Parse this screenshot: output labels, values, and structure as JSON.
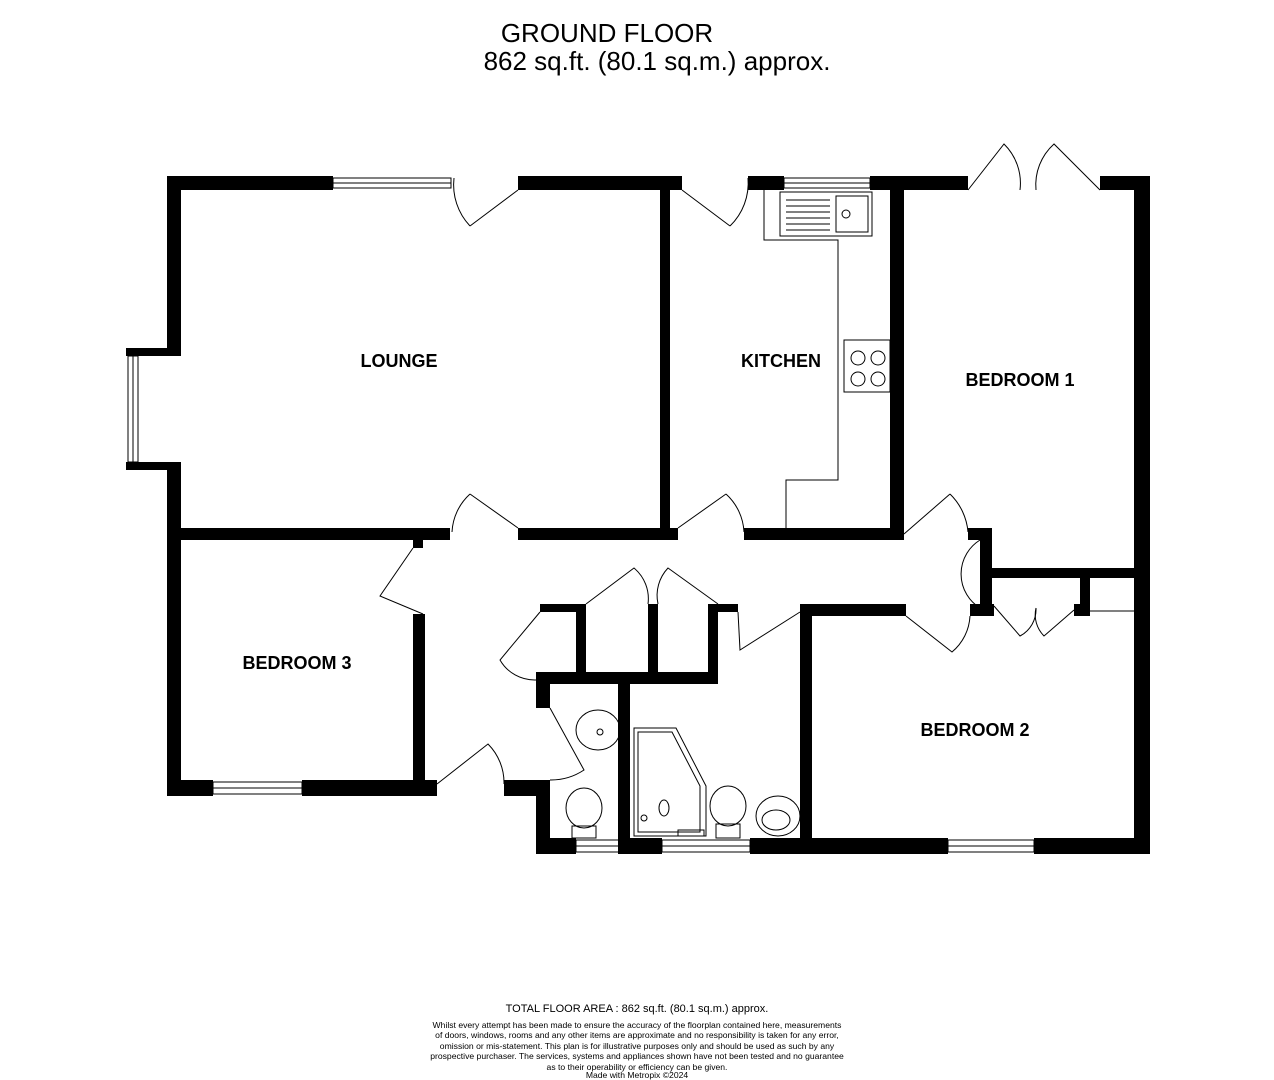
{
  "header": {
    "floor_name": "GROUND FLOOR",
    "area": "862 sq.ft. (80.1 sq.m.) approx."
  },
  "rooms": {
    "lounge": "LOUNGE",
    "kitchen": "KITCHEN",
    "bedroom1": "BEDROOM 1",
    "bedroom2": "BEDROOM 2",
    "bedroom3": "BEDROOM 3"
  },
  "footer": {
    "total_area": "TOTAL FLOOR AREA : 862 sq.ft. (80.1 sq.m.) approx.",
    "disclaimer_lines": [
      "Whilst every attempt has been made to ensure the accuracy of the floorplan contained here, measurements",
      "of doors, windows, rooms and any other items are approximate and no responsibility is taken for any error,",
      "omission or mis-statement. This plan is for illustrative purposes only and should be used as such by any",
      "prospective purchaser. The services, systems and appliances shown have not been tested and no guarantee",
      "as to their operability or efficiency can be given."
    ],
    "made_with": "Made with Metropix ©2024"
  },
  "colors": {
    "wall": "#000000",
    "background": "#ffffff",
    "fixture_line": "#000000"
  }
}
